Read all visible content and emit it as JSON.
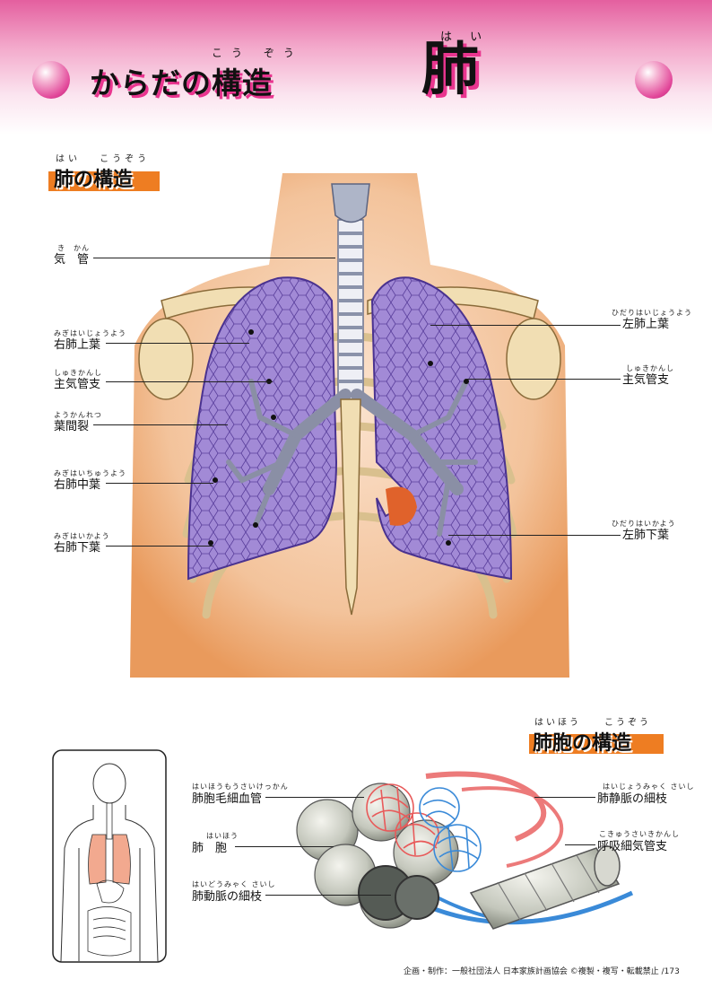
{
  "header": {
    "left_title": "からだの構造",
    "left_title_ruby": "こう ぞう",
    "main_title": "肺",
    "main_title_ruby": "は い"
  },
  "section_lung": {
    "title": "肺の構造",
    "title_ruby": "はい　 こうぞう",
    "labels": {
      "trachea": "気　管",
      "trachea_ruby": "き　かん",
      "right_upper": "右肺上葉",
      "right_upper_ruby": "みぎはいじょうよう",
      "main_bronchus_r": "主気管支",
      "main_bronchus_r_ruby": "しゅきかんし",
      "fissure": "葉間裂",
      "fissure_ruby": "ようかんれつ",
      "right_middle": "右肺中葉",
      "right_middle_ruby": "みぎはいちゅうよう",
      "right_lower": "右肺下葉",
      "right_lower_ruby": "みぎはいかよう",
      "left_upper": "左肺上葉",
      "left_upper_ruby": "ひだりはいじょうよう",
      "main_bronchus_l": "主気管支",
      "main_bronchus_l_ruby": "しゅきかんし",
      "left_lower": "左肺下葉",
      "left_lower_ruby": "ひだりはいかよう"
    }
  },
  "section_alveoli": {
    "title": "肺胞の構造",
    "title_ruby": "はいほう　　こうぞう",
    "labels": {
      "capillary": "肺胞毛細血管",
      "capillary_ruby": "はいほうもうさいけっかん",
      "alveolus": "肺　胞",
      "alveolus_ruby": "はいほう",
      "artery": "肺動脈の細枝",
      "artery_ruby": "はいどうみゃく さいし",
      "vein": "肺静脈の細枝",
      "vein_ruby": "はいじょうみゃく さいし",
      "bronchiole": "呼吸細気管支",
      "bronchiole_ruby": "こきゅうさいきかんし"
    }
  },
  "footer": "企画・制作：一般社団法人 日本家族計画協会 ©複製・複写・転載禁止 /173",
  "colors": {
    "header_pink": "#e45f9f",
    "title_shadow": "#e9358f",
    "section_orange": "#ee7d22",
    "lung_purple": "#8a6fc4",
    "skin": "#f1b27e",
    "bone": "#f1deb3",
    "vein_red": "#ec6a6a",
    "artery_blue": "#3a8ad8"
  }
}
